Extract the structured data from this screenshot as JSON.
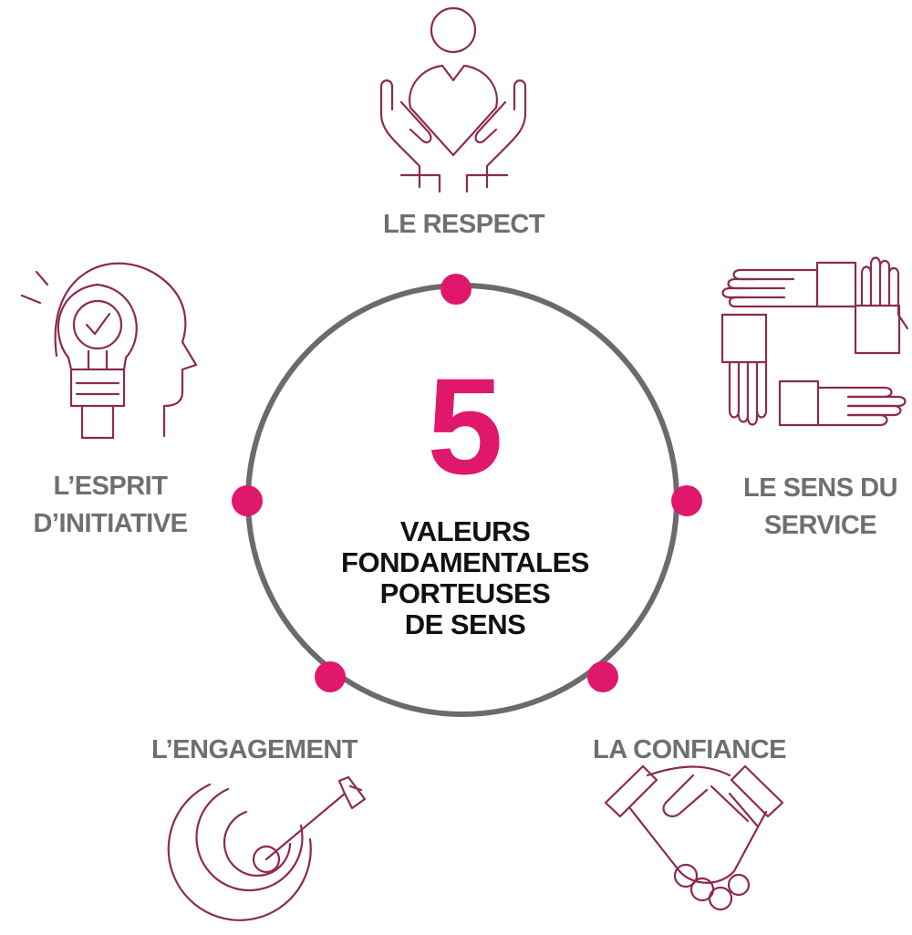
{
  "colors": {
    "accent": "#e0186c",
    "ring": "#6b6b6b",
    "icon": "#8c2a50",
    "label": "#6f6f6f",
    "center_text": "#111111"
  },
  "center": {
    "number": "5",
    "lines": [
      "VALEURS",
      "FONDAMENTALES",
      "PORTEUSES",
      "DE SENS"
    ]
  },
  "values": [
    {
      "id": "respect",
      "lines": [
        "LE RESPECT"
      ],
      "icon": "hands-holding-person-icon"
    },
    {
      "id": "sens-du-service",
      "lines": [
        "LE SENS DU",
        "SERVICE"
      ],
      "icon": "four-hands-teamwork-icon"
    },
    {
      "id": "confiance",
      "lines": [
        "LA CONFIANCE"
      ],
      "icon": "handshake-icon"
    },
    {
      "id": "engagement",
      "lines": [
        "L’ENGAGEMENT"
      ],
      "icon": "target-arrow-icon"
    },
    {
      "id": "esprit-initiative",
      "lines": [
        "L’ESPRIT",
        "D’INITIATIVE"
      ],
      "icon": "head-lightbulb-icon"
    }
  ]
}
